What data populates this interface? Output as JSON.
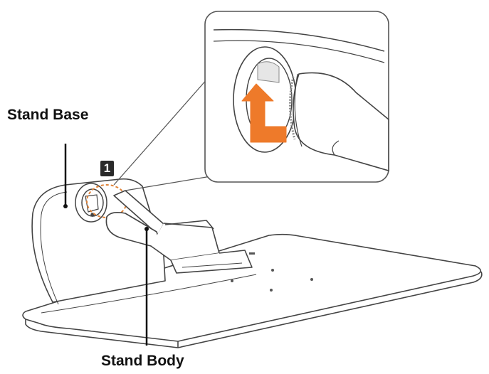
{
  "labels": {
    "stand_base": "Stand Base",
    "stand_body": "Stand Body"
  },
  "step": {
    "number": "1"
  },
  "colors": {
    "arrow": "#ee7a2a",
    "zoom_circle": "#e0843a",
    "line": "#444444",
    "leader": "#111111"
  },
  "icons": {
    "detail_arrow": "orange-l-arrow-icon"
  }
}
